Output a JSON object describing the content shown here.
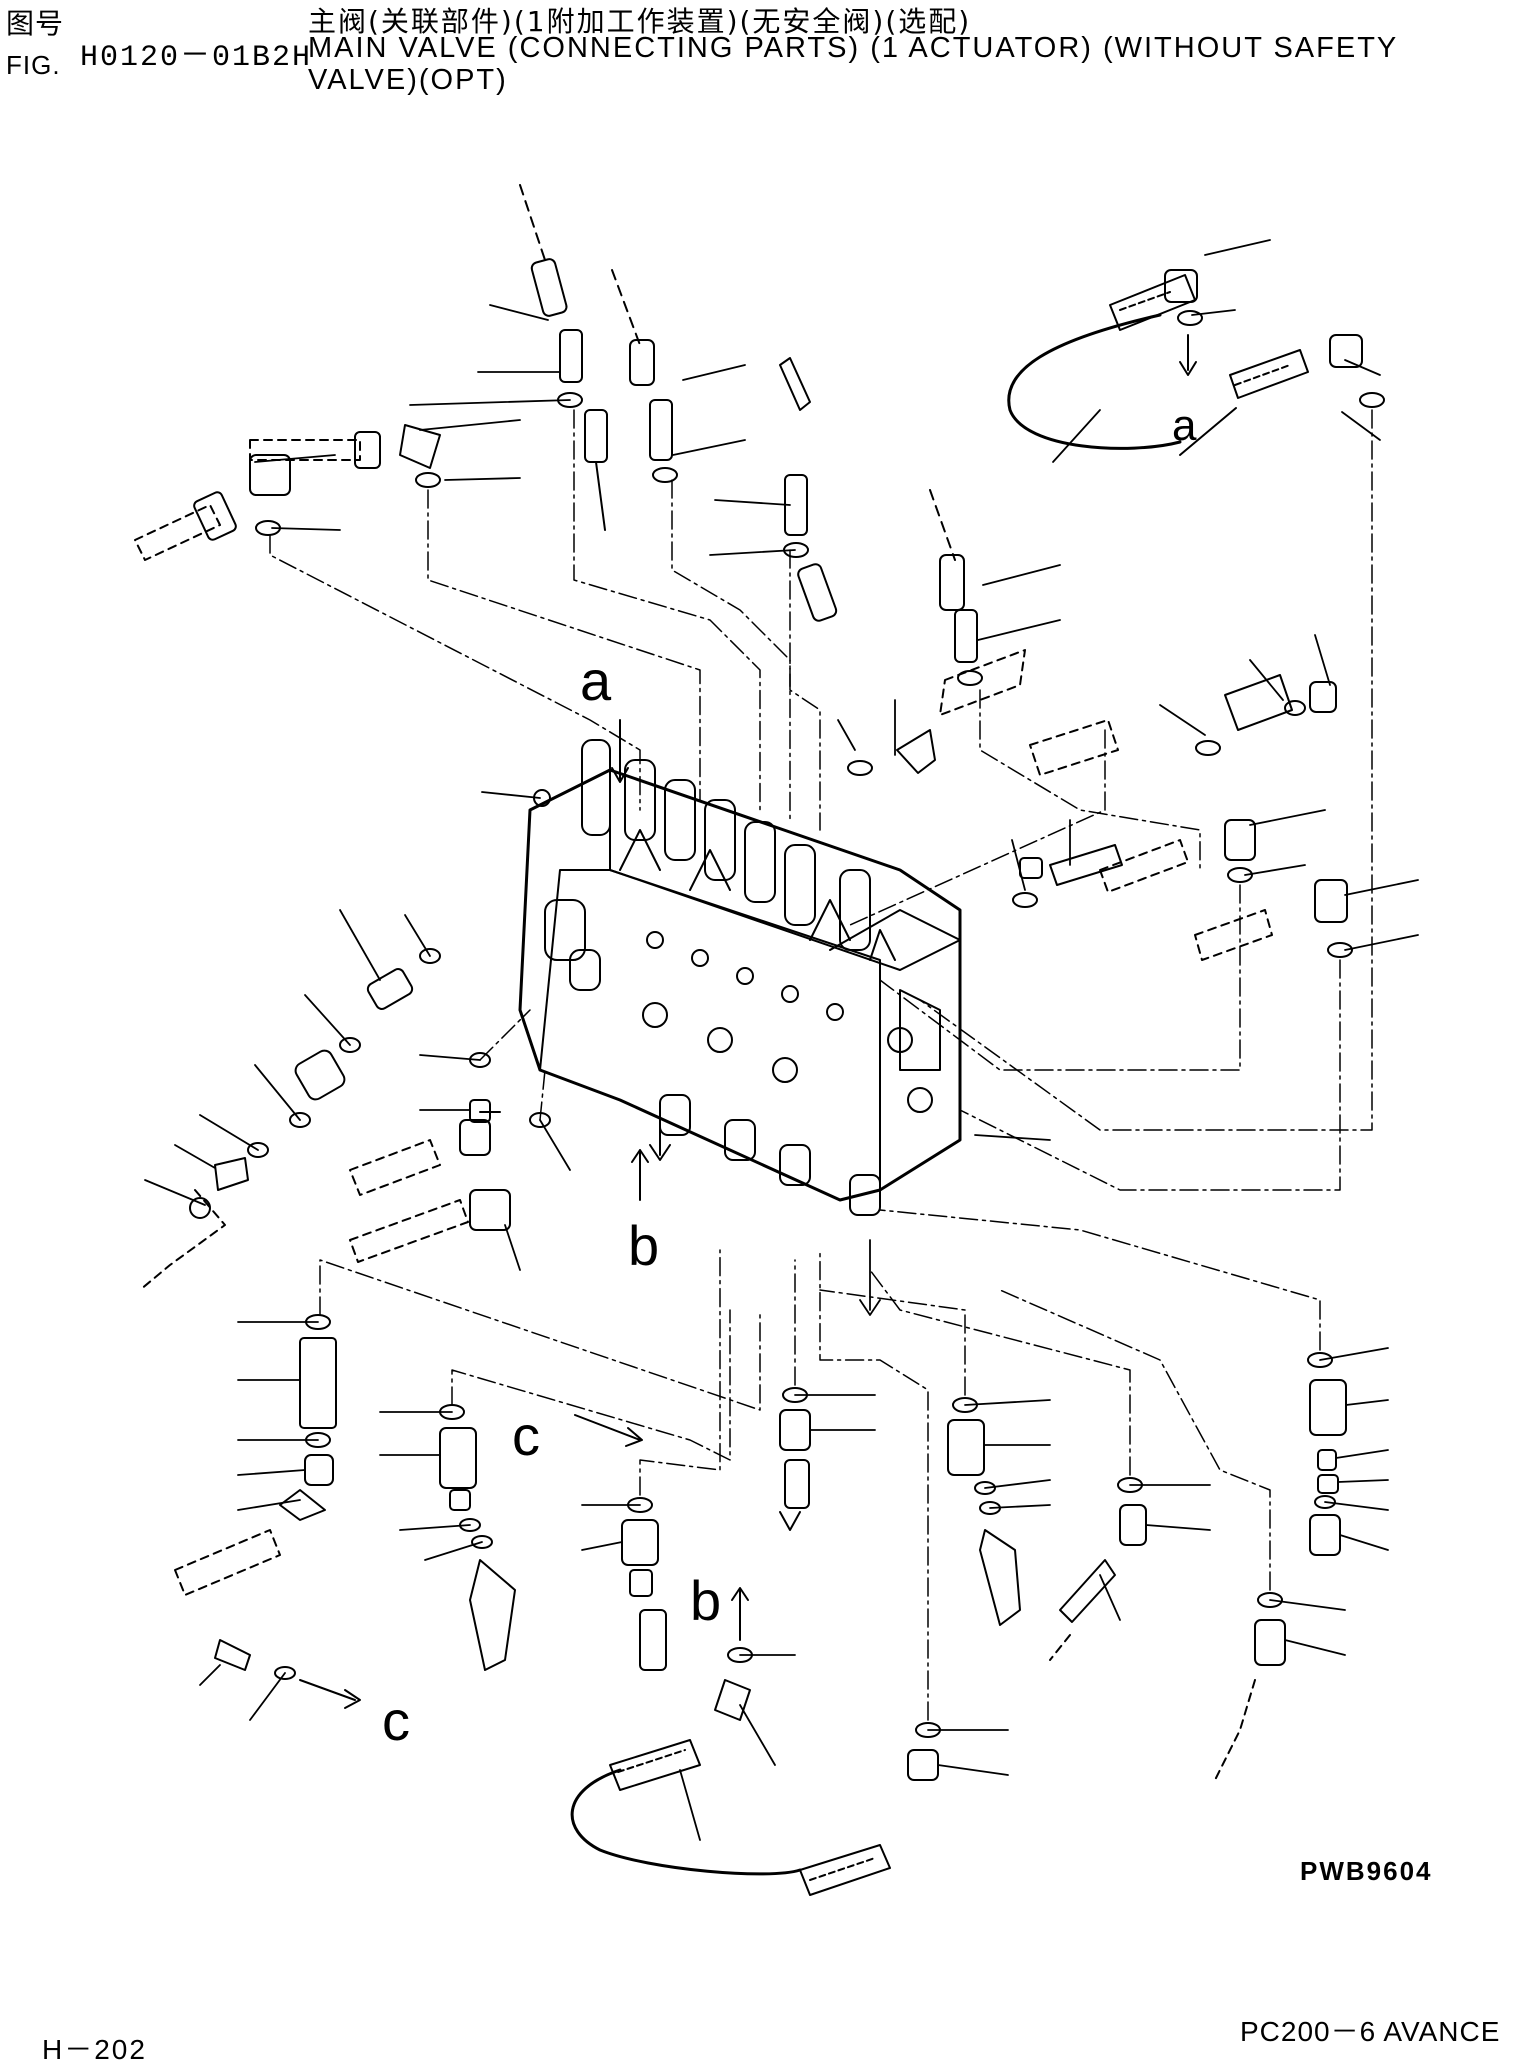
{
  "header": {
    "fig_label_cn": "图号",
    "fig_label_en": "FIG.",
    "fig_code": "H0120－01B2H",
    "title_cn": "主阀(关联部件)(1附加工作装置)(无安全阀)(选配)",
    "title_en": "MAIN VALVE (CONNECTING PARTS) (1 ACTUATOR) (WITHOUT SAFETY VALVE)(OPT)"
  },
  "diagram": {
    "label_a": "a",
    "label_a2": "a",
    "label_b": "b",
    "label_b2": "b",
    "label_c": "c",
    "label_c2": "c",
    "drawing_code": "PWB9604"
  },
  "footer": {
    "page_number": "H－202",
    "model": "PC200－6 AVANCE"
  }
}
